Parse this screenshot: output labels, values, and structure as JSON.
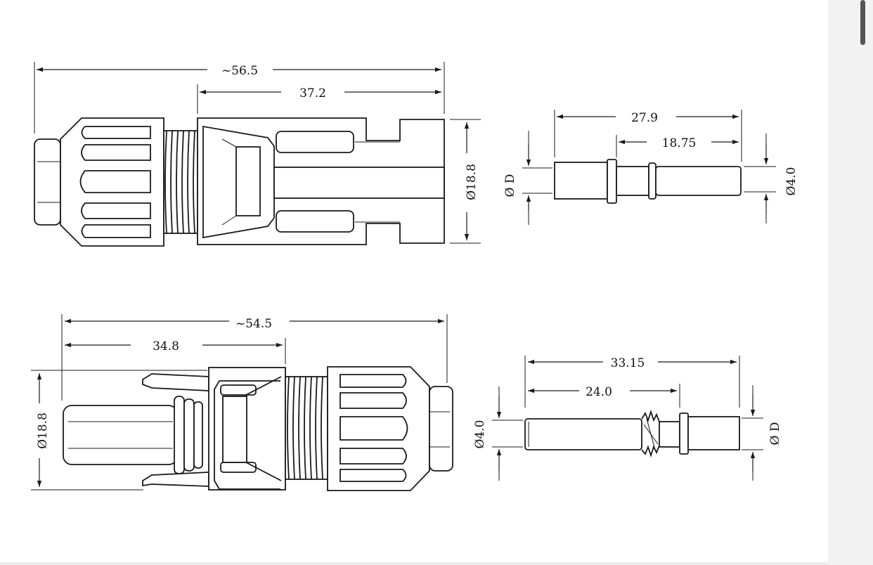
{
  "drawing": {
    "female_connector": {
      "overall_length": "~56.5",
      "body_length": "37.2",
      "diameter": "Ø18.8"
    },
    "female_contact": {
      "overall_length": "27.9",
      "crimp_length": "18.75",
      "wire_diameter": "Ø D",
      "pin_diameter": "Ø4.0"
    },
    "male_connector": {
      "overall_length": "~54.5",
      "body_length": "34.8",
      "diameter": "Ø18.8"
    },
    "male_contact": {
      "overall_length": "33.15",
      "crimp_length": "24.0",
      "pin_diameter": "Ø4.0",
      "wire_diameter": "Ø D"
    }
  },
  "colors": {
    "line": "#1a1a1a",
    "background": "#ffffff"
  }
}
